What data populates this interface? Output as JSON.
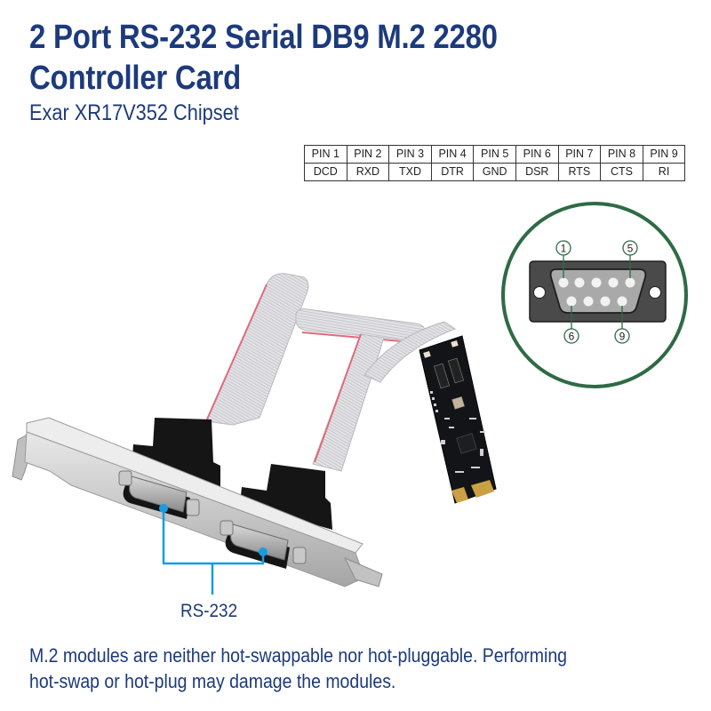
{
  "header": {
    "title_line1": "2 Port RS-232 Serial DB9 M.2 2280",
    "title_line2": "Controller Card",
    "subtitle": "Exar XR17V352 Chipset"
  },
  "pin_table": {
    "headers": [
      "PIN 1",
      "PIN 2",
      "PIN 3",
      "PIN 4",
      "PIN 5",
      "PIN 6",
      "PIN 7",
      "PIN 8",
      "PIN 9"
    ],
    "signals": [
      "DCD",
      "RXD",
      "TXD",
      "DTR",
      "GND",
      "DSR",
      "RTS",
      "CTS",
      "RI"
    ]
  },
  "db9_diagram": {
    "pin_labels": {
      "top_left": "1",
      "top_right": "5",
      "bottom_left": "6",
      "bottom_right": "9"
    },
    "circle_color": "#2e6b45",
    "body_color": "#4a4a4a",
    "face_color": "#a9a9a9"
  },
  "product_image": {
    "description": "2-port DB9 serial bracket with ribbon cables attached to M.2 2280 card",
    "callout_label": "RS-232",
    "callout_color": "#1a9be0"
  },
  "footer": {
    "warning_line1": "M.2 modules are neither hot-swappable nor hot-pluggable. Performing",
    "warning_line2": "hot-swap or hot-plug may damage the modules."
  }
}
